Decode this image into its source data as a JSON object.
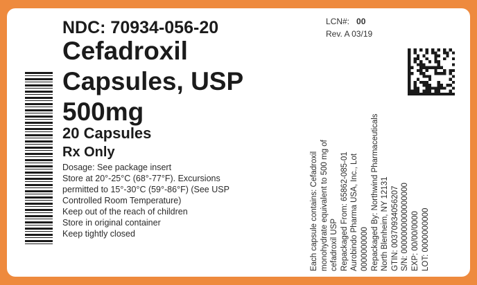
{
  "label": {
    "ndc": "NDC: 70934-056-20",
    "drug_name_line1": "Cefadroxil",
    "drug_name_line2": "Capsules, USP",
    "strength": "500mg",
    "quantity": "20 Capsules",
    "rx_only": "Rx Only",
    "info_lines": [
      "Dosage: See package insert",
      "Store at 20°-25°C (68°-77°F). Excursions",
      "permitted to 15°-30°C (59°-86°F)  (See USP",
      "Controlled Room Temperature)",
      "Keep out of the reach of children",
      "Store in original container",
      "Keep tightly closed"
    ],
    "lcn_label": "LCN#:",
    "lcn_value": "00",
    "revision": "Rev. A 03/19",
    "vertical_lines": [
      "Each capsule contains: Cefadroxil",
      "monohydrate equivalent to 500 mg of",
      "cefadroxil USP",
      "Repackaged From: 65862-085-01",
      "Aurobindo Pharma USA, Inc., Lot",
      "0000000000",
      "Repackaged By: Northwind Pharmaceuticals",
      "North Blenheim, NY 12131",
      "GTIN: 00370934056207",
      "S/N: 0000000000000000",
      "EXP: 00/00/0000",
      "LOT: 0000000000"
    ]
  },
  "colors": {
    "border": "#ee8a3e",
    "text": "#1b1b1b"
  }
}
